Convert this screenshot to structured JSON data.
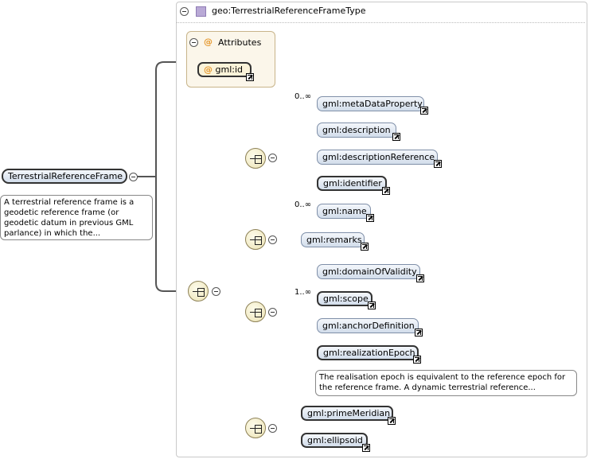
{
  "type_header": {
    "name": "geo:TerrestrialReferenceFrameType"
  },
  "root": {
    "name": "TerrestrialReferenceFrame",
    "comment": [
      "A terrestrial reference frame is a",
      "geodetic reference frame (or",
      "geodetic datum in previous GML",
      "parlance) in which the..."
    ]
  },
  "attributes": {
    "title": "Attributes",
    "at_symbol": "@",
    "items": [
      {
        "name": "gml:id"
      }
    ]
  },
  "seq1": [
    {
      "name": "gml:metaDataProperty",
      "occurs": "0..∞"
    },
    {
      "name": "gml:description",
      "occurs": ""
    },
    {
      "name": "gml:descriptionReference",
      "occurs": ""
    },
    {
      "name": "gml:identifier",
      "occurs": ""
    },
    {
      "name": "gml:name",
      "occurs": "0..∞"
    }
  ],
  "seq2": [
    {
      "name": "gml:remarks"
    }
  ],
  "seq3": [
    {
      "name": "gml:domainOfValidity",
      "occurs": ""
    },
    {
      "name": "gml:scope",
      "occurs": "1..∞"
    },
    {
      "name": "gml:anchorDefinition",
      "occurs": ""
    },
    {
      "name": "gml:realizationEpoch",
      "occurs": ""
    }
  ],
  "realization_comment": [
    "The realisation epoch is equivalent to the reference epoch for",
    "the reference frame. A dynamic terrestrial reference..."
  ],
  "seq4": [
    {
      "name": "gml:primeMeridian"
    },
    {
      "name": "gml:ellipsoid"
    }
  ]
}
